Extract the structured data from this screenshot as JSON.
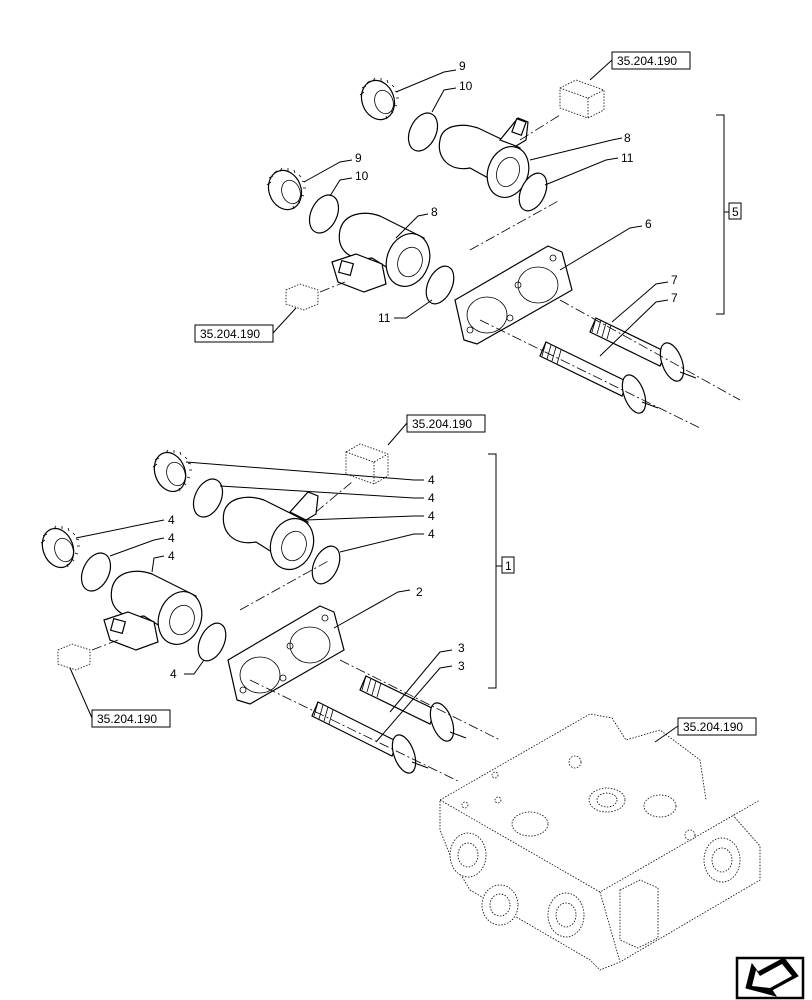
{
  "callouts": {
    "c9a": "9",
    "c10a": "10",
    "c8a": "8",
    "c11a": "11",
    "c9b": "9",
    "c10b": "10",
    "c8b": "8",
    "c11b": "11",
    "c6": "6",
    "c7a": "7",
    "c7b": "7",
    "c5": "5",
    "c4a": "4",
    "c4b": "4",
    "c4c": "4",
    "c4d": "4",
    "c4e": "4",
    "c4f": "4",
    "c4g": "4",
    "c4h": "4",
    "c2": "2",
    "c3a": "3",
    "c3b": "3",
    "c1": "1"
  },
  "refs": {
    "r1": "35.204.190",
    "r2": "35.204.190",
    "r3": "35.204.190",
    "r4": "35.204.190",
    "r5": "35.204.190"
  }
}
